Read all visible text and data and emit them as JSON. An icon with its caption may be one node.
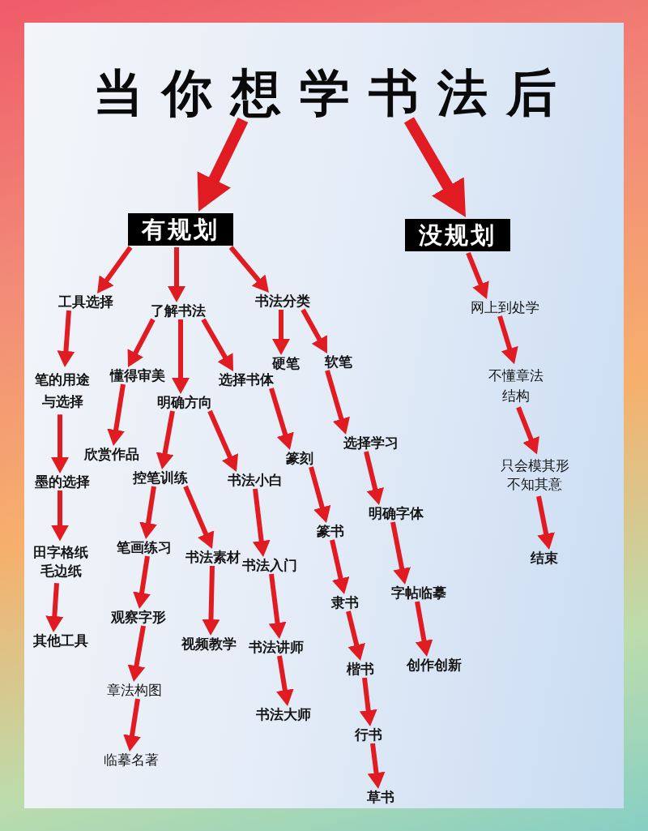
{
  "diagram": {
    "nodes": [
      {
        "text": [
          "当你想学书法后"
        ]
      },
      {
        "text": [
          "有规划"
        ]
      },
      {
        "text": [
          "没规划"
        ]
      },
      {
        "text": [
          "工具选择"
        ]
      },
      {
        "text": [
          "了解书法"
        ]
      },
      {
        "text": [
          "书法分类"
        ]
      },
      {
        "text": [
          "网上到处学"
        ]
      },
      {
        "text": [
          "笔的用途与选择"
        ]
      },
      {
        "text": [
          "懂得审美"
        ]
      },
      {
        "text": [
          "选择书体"
        ]
      },
      {
        "text": [
          "硬笔"
        ]
      },
      {
        "text": [
          "软笔"
        ]
      },
      {
        "text": [
          "明确方向"
        ]
      },
      {
        "text": [
          "不懂章法结构"
        ]
      },
      {
        "text": [
          "欣赏作品"
        ]
      },
      {
        "text": [
          "墨的选择"
        ]
      },
      {
        "text": [
          "控笔训练"
        ]
      },
      {
        "text": [
          "书法小白"
        ]
      },
      {
        "text": [
          "篆刻"
        ]
      },
      {
        "text": [
          "选择学习"
        ]
      },
      {
        "text": [
          "只会模其形不知其意"
        ]
      },
      {
        "text": [
          "明确字体"
        ]
      },
      {
        "text": [
          "笔画练习"
        ]
      },
      {
        "text": [
          "书法素材"
        ]
      },
      {
        "text": [
          "书法入门"
        ]
      },
      {
        "text": [
          "篆书"
        ]
      },
      {
        "text": [
          "田字格纸毛边纸"
        ]
      },
      {
        "text": [
          "结束"
        ]
      },
      {
        "text": [
          "字帖临摹"
        ]
      },
      {
        "text": [
          "隶书"
        ]
      },
      {
        "text": [
          "观察字形"
        ]
      },
      {
        "text": [
          "视频教学"
        ]
      },
      {
        "text": [
          "书法讲师"
        ]
      },
      {
        "text": [
          "其他工具"
        ]
      },
      {
        "text": [
          "楷书"
        ]
      },
      {
        "text": [
          "创作创新"
        ]
      },
      {
        "text": [
          "章法构图"
        ]
      },
      {
        "text": [
          "书法大师"
        ]
      },
      {
        "text": [
          "行书"
        ]
      },
      {
        "text": [
          "临摹名著"
        ]
      },
      {
        "text": [
          "草书"
        ]
      }
    ],
    "edges": [
      {
        "from": 0,
        "to": 1,
        "arrow": "to",
        "style": "thick"
      },
      {
        "from": 0,
        "to": 2,
        "arrow": "to",
        "style": "thick"
      },
      {
        "from": 1,
        "to": 3,
        "arrow": "to"
      },
      {
        "from": 1,
        "to": 4,
        "arrow": "to"
      },
      {
        "from": 1,
        "to": 5,
        "arrow": "to"
      },
      {
        "from": 2,
        "to": 6,
        "arrow": "to"
      },
      {
        "from": 3,
        "to": 7,
        "arrow": "to"
      },
      {
        "from": 4,
        "to": 8,
        "arrow": "to"
      },
      {
        "from": 4,
        "to": 12,
        "arrow": "to"
      },
      {
        "from": 4,
        "to": 9,
        "arrow": "to"
      },
      {
        "from": 5,
        "to": 10,
        "arrow": "to"
      },
      {
        "from": 5,
        "to": 11,
        "arrow": "to"
      },
      {
        "from": 6,
        "to": 13,
        "arrow": "to"
      },
      {
        "from": 7,
        "to": 15,
        "arrow": "to"
      },
      {
        "from": 8,
        "to": 14,
        "arrow": "to"
      },
      {
        "from": 12,
        "to": 16,
        "arrow": "to"
      },
      {
        "from": 12,
        "to": 17,
        "arrow": "to"
      },
      {
        "from": 9,
        "to": 18,
        "arrow": "to"
      },
      {
        "from": 11,
        "to": 19,
        "arrow": "to"
      },
      {
        "from": 13,
        "to": 20,
        "arrow": "to"
      },
      {
        "from": 15,
        "to": 26,
        "arrow": "to"
      },
      {
        "from": 16,
        "to": 22,
        "arrow": "to"
      },
      {
        "from": 16,
        "to": 23,
        "arrow": "to"
      },
      {
        "from": 17,
        "to": 24,
        "arrow": "to"
      },
      {
        "from": 18,
        "to": 25,
        "arrow": "to"
      },
      {
        "from": 19,
        "to": 21,
        "arrow": "to"
      },
      {
        "from": 20,
        "to": 27,
        "arrow": "to"
      },
      {
        "from": 26,
        "to": 33,
        "arrow": "to"
      },
      {
        "from": 22,
        "to": 30,
        "arrow": "to"
      },
      {
        "from": 23,
        "to": 31,
        "arrow": "to"
      },
      {
        "from": 24,
        "to": 32,
        "arrow": "to"
      },
      {
        "from": 25,
        "to": 29,
        "arrow": "to"
      },
      {
        "from": 21,
        "to": 28,
        "arrow": "to"
      },
      {
        "from": 30,
        "to": 36,
        "arrow": "to"
      },
      {
        "from": 32,
        "to": 37,
        "arrow": "to"
      },
      {
        "from": 29,
        "to": 34,
        "arrow": "to"
      },
      {
        "from": 28,
        "to": 35,
        "arrow": "to"
      },
      {
        "from": 36,
        "to": 39,
        "arrow": "to"
      },
      {
        "from": 34,
        "to": 38,
        "arrow": "to"
      },
      {
        "from": 38,
        "to": 40,
        "arrow": "to"
      }
    ]
  }
}
